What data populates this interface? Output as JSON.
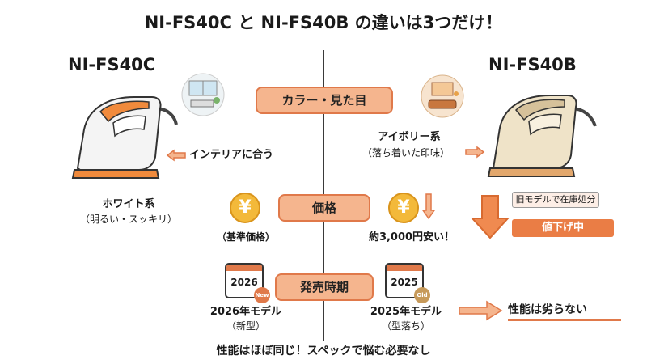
{
  "title": "NI-FS40C と NI-FS40B の違いは3つだけ！",
  "left_model": "NI-FS40C",
  "right_model": "NI-FS40B",
  "sections": {
    "color": "カラー・見た目",
    "price": "価格",
    "release": "発売時期"
  },
  "color": {
    "left_arrow_text": "インテリアに合う",
    "left_desc": "ホワイト系",
    "left_sub": "（明るい・スッキリ）",
    "right_desc": "アイボリー系",
    "right_sub": "（落ち着いた印味）"
  },
  "price": {
    "yen_symbol": "¥",
    "left_text": "（基準価格）",
    "right_text": "約3,000円安い！",
    "tag_top": "旧モデルで在庫処分",
    "tag_bottom": "値下げ中"
  },
  "release": {
    "left_year": "2026",
    "left_badge": "New",
    "left_text": "2026年モデル",
    "left_sub": "（新型）",
    "right_year": "2025",
    "right_badge": "Old",
    "right_text": "2025年モデル",
    "right_sub": "（型落ち）",
    "arrow_text": "性能は劣らない"
  },
  "footer": "性能はほぼ同じ！スペックで悩む必要なし",
  "colors": {
    "accent": "#e0794a",
    "pill_bg": "#f5b58e",
    "yen": "#f3b93a",
    "iron_white": "#f4f4f4",
    "iron_ivory": "#efe3c8"
  }
}
